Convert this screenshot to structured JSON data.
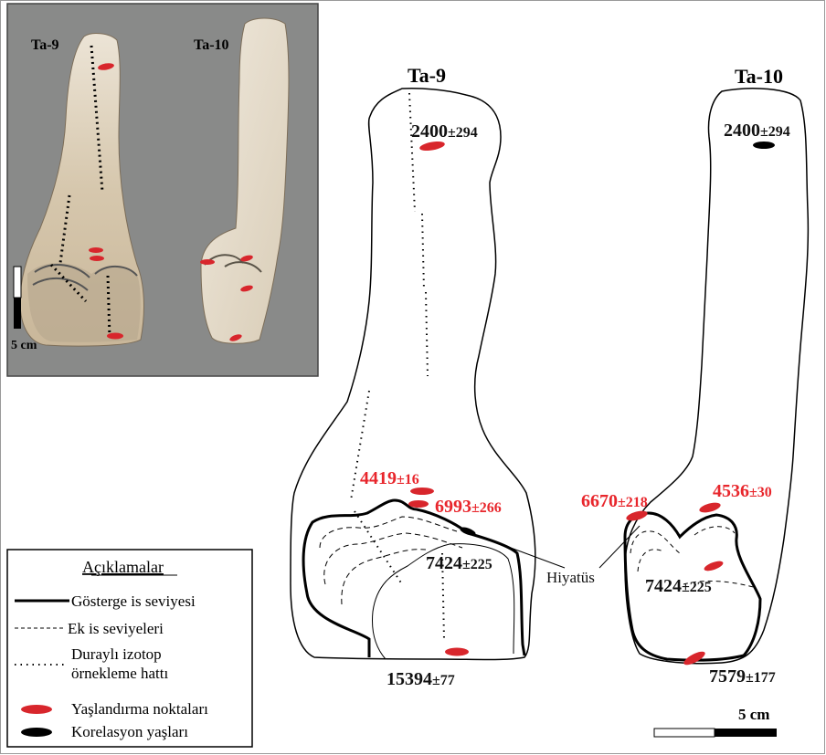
{
  "photo": {
    "label_ta9": "Ta-9",
    "label_ta10": "Ta-10",
    "scale_label": "5 cm"
  },
  "drawing": {
    "ta9_title": "Ta-9",
    "ta10_title": "Ta-10",
    "scale_label": "5 cm",
    "hiatus_label": "Hiyatüs"
  },
  "ages": {
    "ta9_top": {
      "main": "2400",
      "err": "±294"
    },
    "ta9_a": {
      "main": "4419",
      "err": "±16"
    },
    "ta9_b": {
      "main": "6993",
      "err": "±266"
    },
    "ta9_c": {
      "main": "7424",
      "err": "±225"
    },
    "ta9_base": {
      "main": "15394",
      "err": "±77"
    },
    "ta10_top": {
      "main": "2400",
      "err": "±294"
    },
    "ta10_a": {
      "main": "6670",
      "err": "±218"
    },
    "ta10_b": {
      "main": "4536",
      "err": "±30"
    },
    "ta10_c": {
      "main": "7424",
      "err": "±225"
    },
    "ta10_base": {
      "main": "7579",
      "err": "±177"
    }
  },
  "legend": {
    "title": "Açıklamalar",
    "items": [
      {
        "label": "Gösterge is seviyesi",
        "style": "thick-line"
      },
      {
        "label": "Ek is seviyeleri",
        "style": "dashed-line"
      },
      {
        "label": "Duraylı izotop",
        "style": "dotted-line"
      },
      {
        "label": "örnekleme hattı",
        "style": "none"
      },
      {
        "label": "Yaşlandırma noktaları",
        "style": "red-ellipse"
      },
      {
        "label": "Korelasyon yaşları",
        "style": "black-ellipse"
      }
    ]
  },
  "colors": {
    "red_marker": "#d8262c",
    "red_text": "#e8262c",
    "black": "#111111",
    "photo_bg": "#898a89"
  }
}
